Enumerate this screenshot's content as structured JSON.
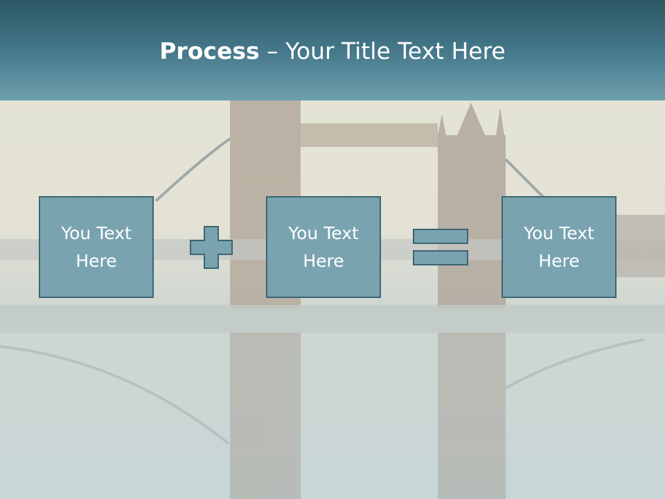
{
  "slide": {
    "title_bold": "Process",
    "title_rest": " – Your Title Text Here",
    "boxes": [
      {
        "text": "You Text Here"
      },
      {
        "text": "You Text Here"
      },
      {
        "text": "You Text Here"
      }
    ],
    "operators": [
      "plus-icon",
      "equals-icon"
    ],
    "colors": {
      "title_bar_top": "#2d5865",
      "title_bar_bottom": "#6e9fad",
      "box_fill": "#7aa3b0",
      "box_border": "#3c6472",
      "text": "#ffffff"
    }
  }
}
